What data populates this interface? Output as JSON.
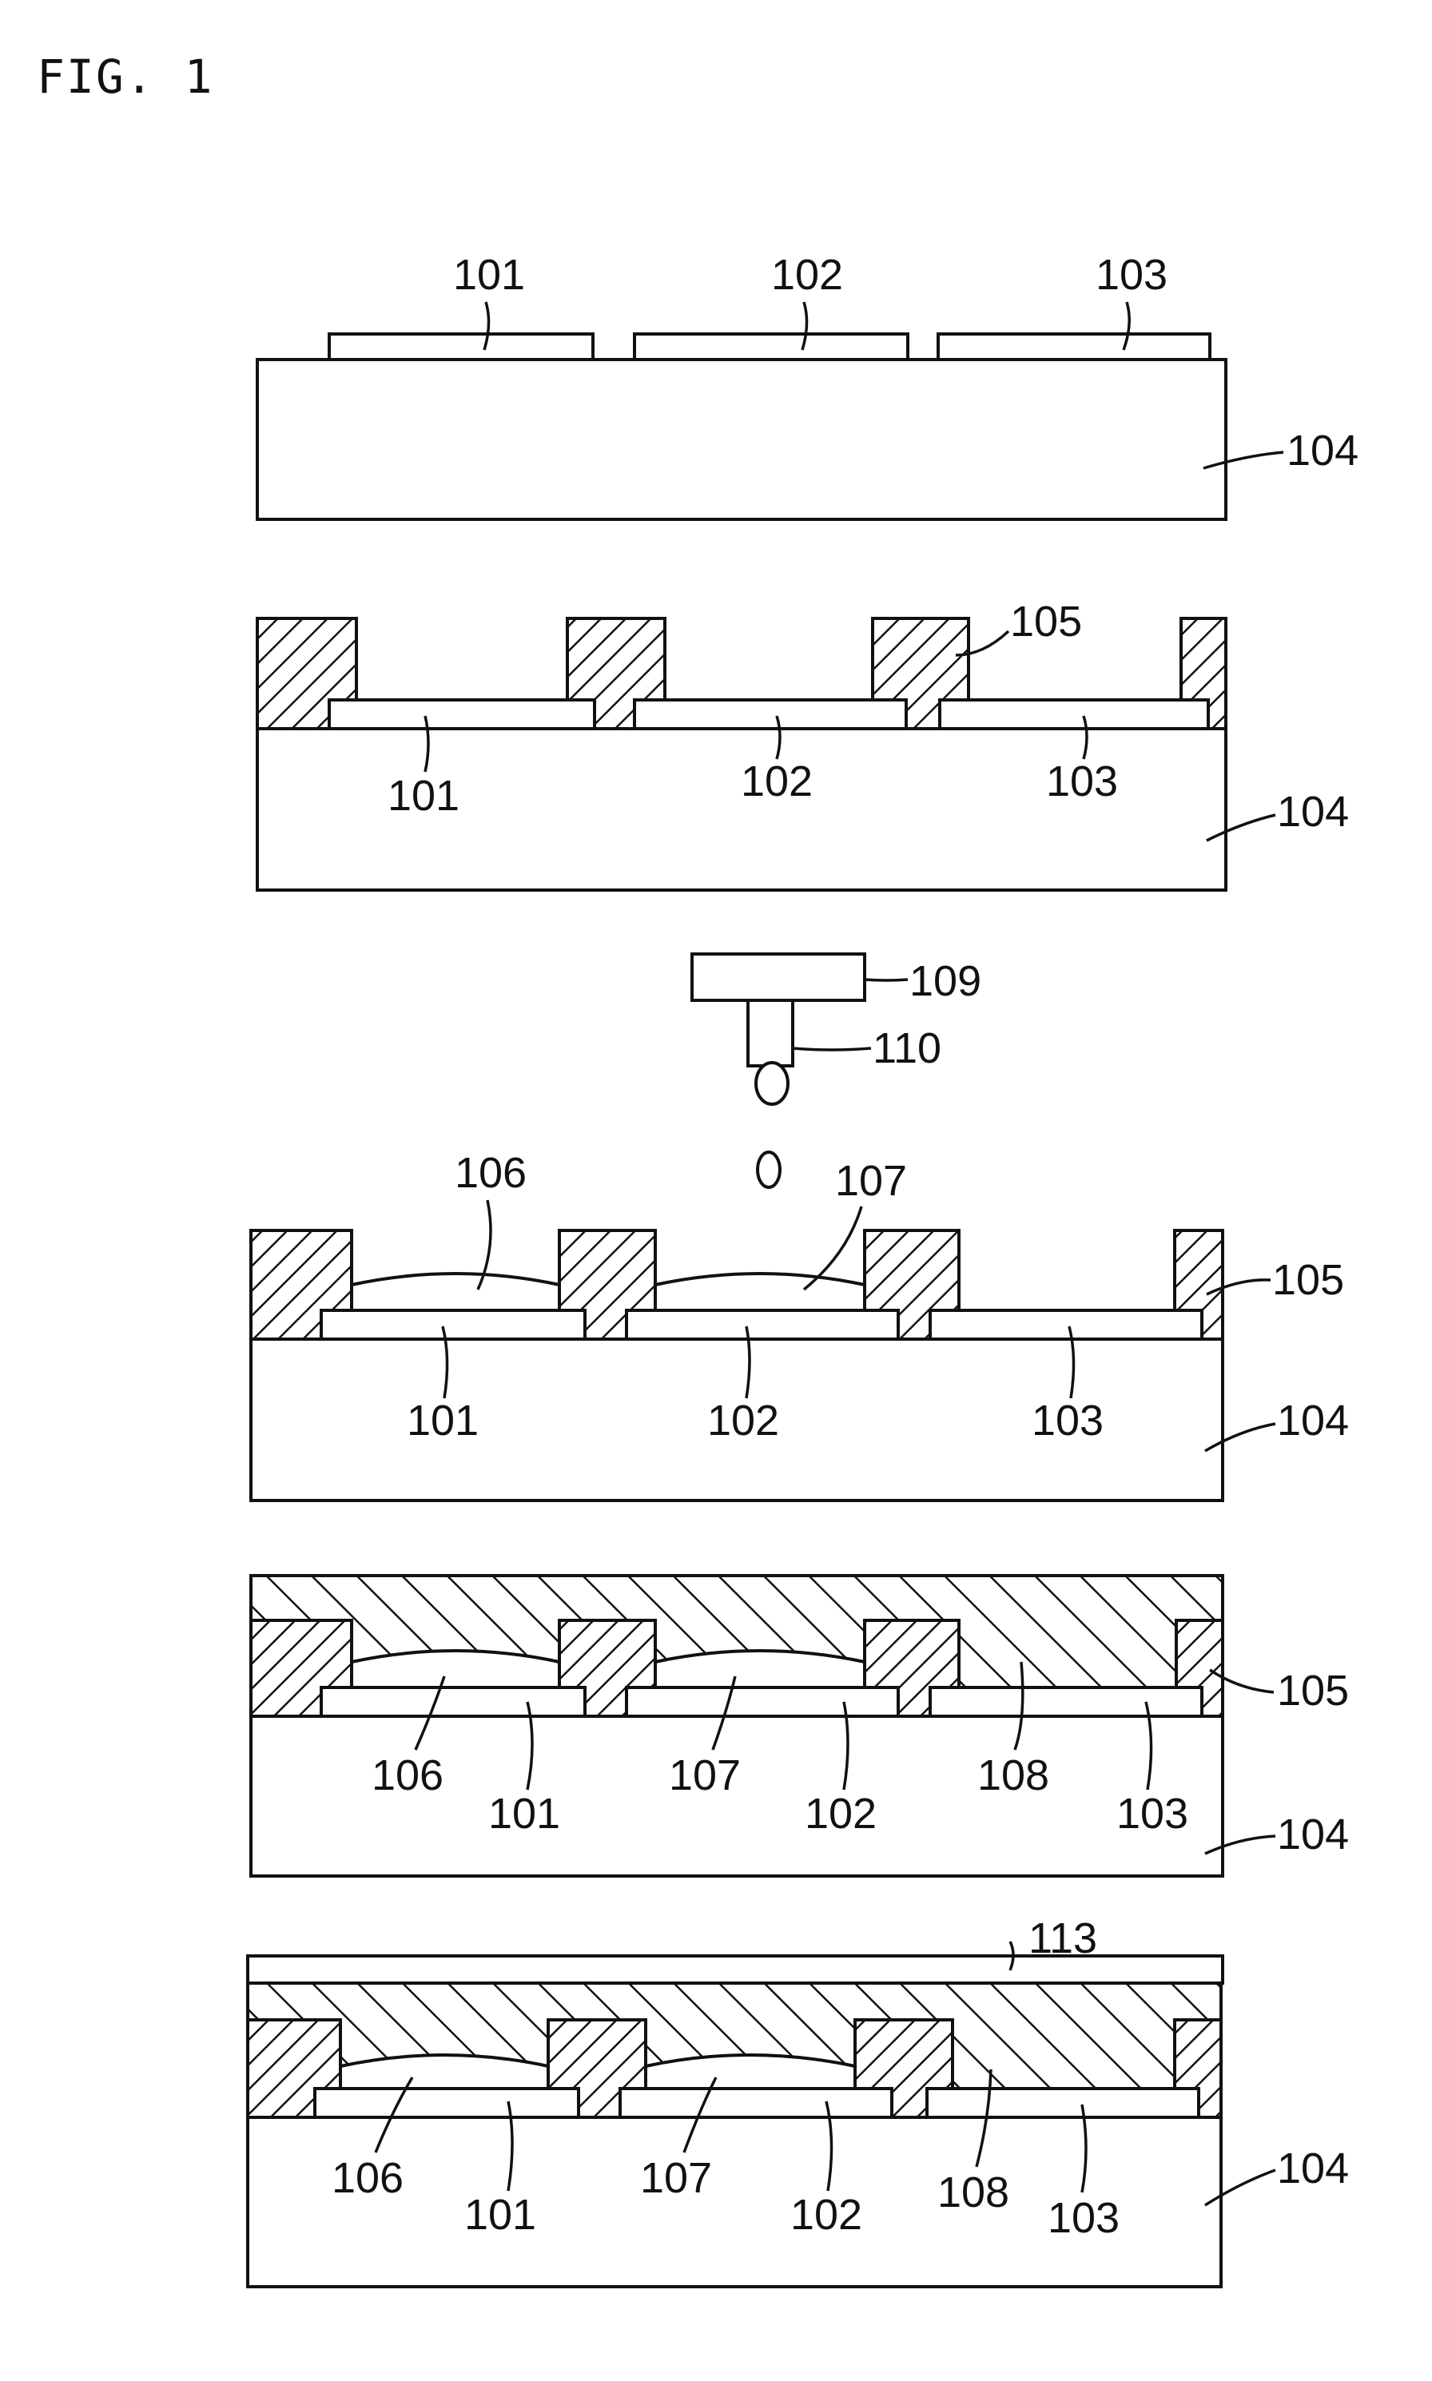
{
  "figure": {
    "title": "FIG. 1"
  },
  "labels": {
    "n101": "101",
    "n102": "102",
    "n103": "103",
    "n104": "104",
    "n105": "105",
    "n106": "106",
    "n107": "107",
    "n108": "108",
    "n109": "109",
    "n110": "110",
    "n113": "113"
  },
  "steps": [
    {
      "labels": [
        "101",
        "102",
        "103",
        "104"
      ]
    },
    {
      "labels": [
        "105",
        "101",
        "102",
        "103",
        "104"
      ]
    },
    {
      "labels": [
        "109",
        "110",
        "106",
        "107",
        "105",
        "101",
        "102",
        "103",
        "104"
      ]
    },
    {
      "labels": [
        "105",
        "106",
        "101",
        "107",
        "102",
        "108",
        "103",
        "104"
      ]
    },
    {
      "labels": [
        "113",
        "106",
        "101",
        "107",
        "102",
        "108",
        "103",
        "104"
      ]
    }
  ]
}
